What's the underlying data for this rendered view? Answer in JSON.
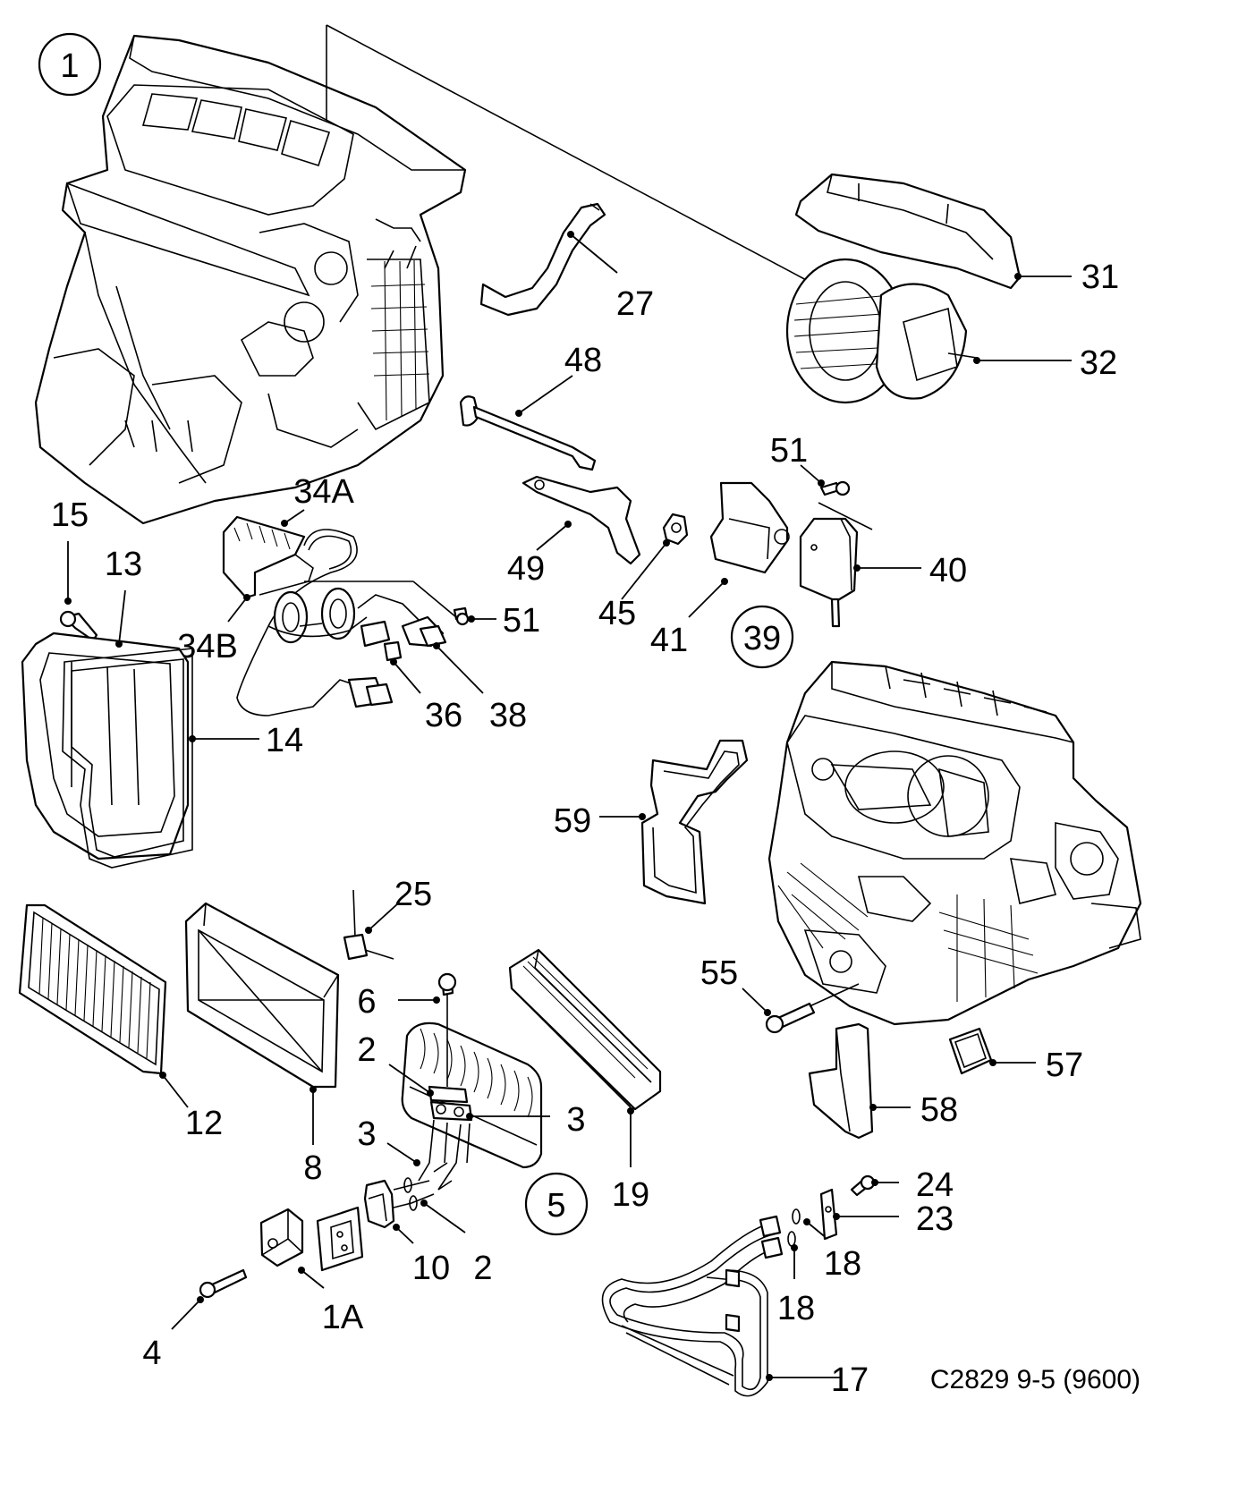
{
  "diagram": {
    "callouts": {
      "c1": "1",
      "c5": "5",
      "c39": "39"
    },
    "labels": {
      "l27": "27",
      "l31": "31",
      "l32": "32",
      "l48": "48",
      "l51a": "51",
      "l34A": "34A",
      "l15": "15",
      "l13": "13",
      "l34B": "34B",
      "l51b": "51",
      "l49": "49",
      "l45": "45",
      "l41": "41",
      "l40": "40",
      "l36": "36",
      "l38": "38",
      "l14": "14",
      "l59": "59",
      "l25": "25",
      "l6": "6",
      "l2a": "2",
      "l3a": "3",
      "l3b": "3",
      "l12": "12",
      "l8": "8",
      "l19": "19",
      "l55": "55",
      "l57": "57",
      "l58": "58",
      "l24": "24",
      "l23": "23",
      "l18a": "18",
      "l18b": "18",
      "l10": "10",
      "l2b": "2",
      "l1A": "1A",
      "l4": "4",
      "l17": "17"
    },
    "code": "C2829 9-5 (9600)"
  }
}
